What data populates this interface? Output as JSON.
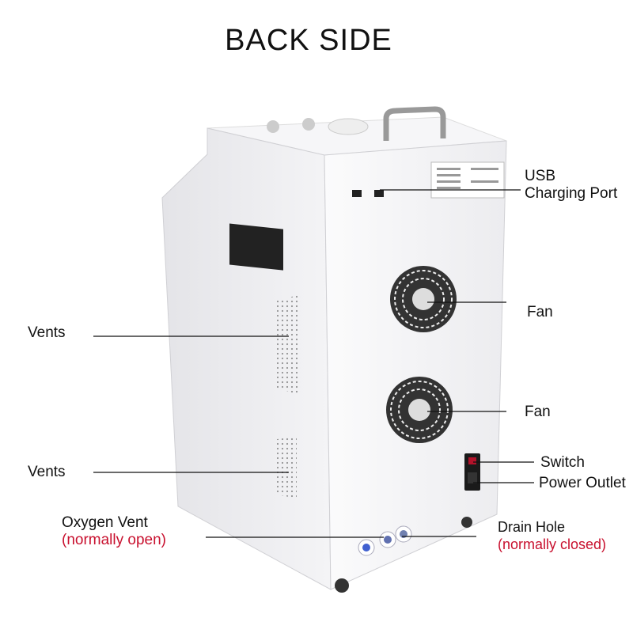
{
  "title": "BACK SIDE",
  "callouts": {
    "usb_line1": "USB",
    "usb_line2": "Charging Port",
    "fan_top": "Fan",
    "fan_bottom": "Fan",
    "vents_top": "Vents",
    "vents_bottom": "Vents",
    "switch": "Switch",
    "power_outlet": "Power Outlet",
    "oxygen_vent": "Oxygen Vent",
    "oxygen_vent_note": "(normally open)",
    "drain_hole": "Drain Hole",
    "drain_hole_note": "(normally closed)"
  },
  "colors": {
    "note_red": "#c8102e",
    "body": "#f2f2f4"
  }
}
